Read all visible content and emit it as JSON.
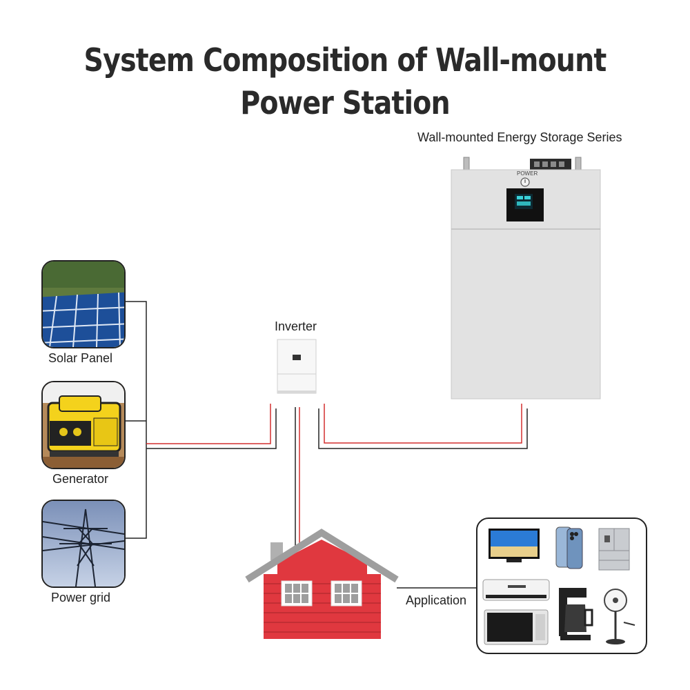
{
  "title": {
    "line1": "System Composition of Wall-mount",
    "line2": "Power Station"
  },
  "labels": {
    "storage_series": "Wall-mounted Energy Storage Series",
    "inverter": "Inverter",
    "solar_panel": "Solar Panel",
    "generator": "Generator",
    "power_grid": "Power grid",
    "application": "Application",
    "power_button": "POWER"
  },
  "colors": {
    "positive_wire": "#d32f2f",
    "negative_wire": "#222222",
    "house_wall": "#e0383f",
    "house_roof": "#9e9e9e",
    "cabinet": "#e2e2e2"
  },
  "icons": [
    "solar-panel-icon",
    "generator-icon",
    "power-pylon-icon",
    "house-icon",
    "tv-icon",
    "smartphone-icon",
    "refrigerator-icon",
    "air-conditioner-icon",
    "coffee-maker-icon",
    "microwave-icon",
    "fan-icon"
  ]
}
